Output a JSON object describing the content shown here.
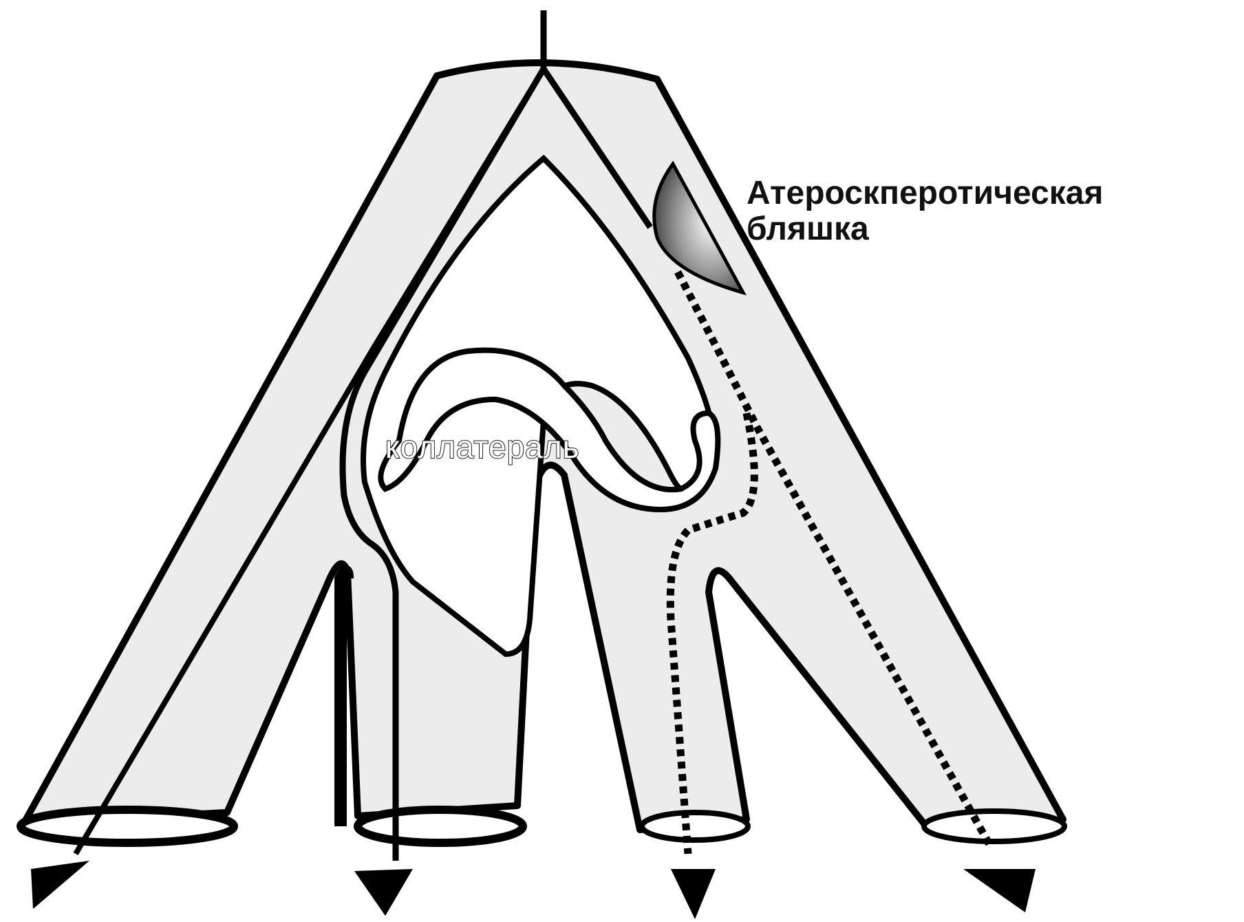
{
  "labels": {
    "plaque_line1": "Атероскперотическая",
    "plaque_line2": "бляшка",
    "collateral": "коллатераль"
  },
  "colors": {
    "vessel_fill": "#ececec",
    "outline": "#000000",
    "plaque_gradient": [
      "#ffffff",
      "#8a8a8a",
      "#3a3a3a"
    ]
  },
  "vessels": [
    "far-left-branch",
    "mid-left-branch",
    "mid-right-branch",
    "far-right-branch"
  ],
  "icons": [
    "flow-arrow",
    "plaque",
    "dashed-occluded-flow"
  ]
}
